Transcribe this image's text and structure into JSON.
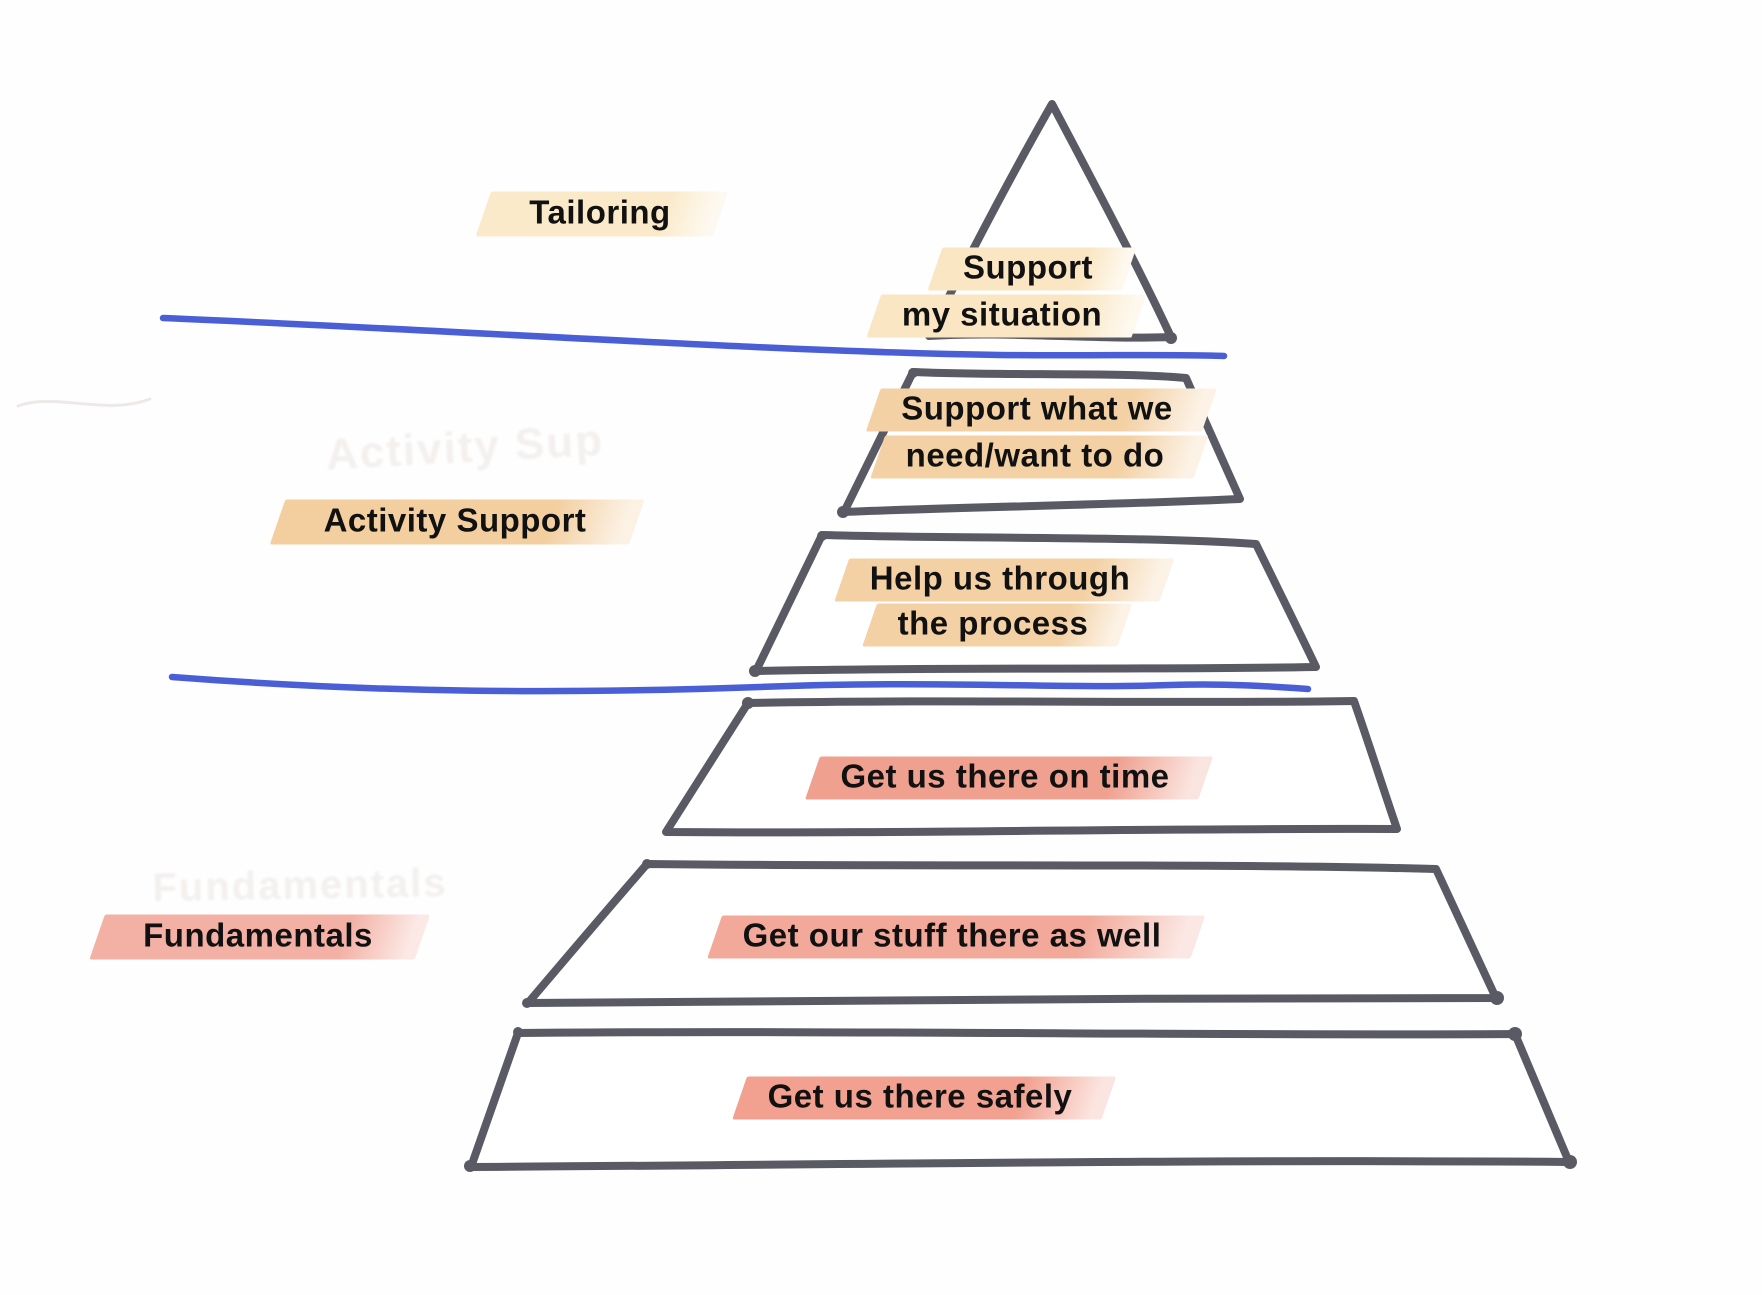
{
  "diagram": {
    "type": "pyramid-hierarchy",
    "zones": [
      {
        "label": "Tailoring"
      },
      {
        "label": "Activity Support"
      },
      {
        "label": "Fundamentals"
      }
    ],
    "tiers": [
      {
        "zone": "Tailoring",
        "lines": [
          "Support",
          "my situation"
        ]
      },
      {
        "zone": "Activity Support",
        "lines": [
          "Support what we",
          "need/want to do"
        ]
      },
      {
        "zone": "Activity Support",
        "lines": [
          "Help us through",
          "the process"
        ]
      },
      {
        "zone": "Fundamentals",
        "lines": [
          "Get us there on time"
        ]
      },
      {
        "zone": "Fundamentals",
        "lines": [
          "Get our stuff there as well"
        ]
      },
      {
        "zone": "Fundamentals",
        "lines": [
          "Get us there safely"
        ]
      }
    ],
    "ghost_texts": [
      "Activity Sup",
      "Fundamentals"
    ],
    "colors": {
      "outline": "#5a5a64",
      "divider_blue": "#4a5ed6",
      "cream_highlight": "#fae6c2",
      "peach_highlight": "#f3d1a5",
      "salmon_highlight": "#f1a494",
      "tailoring_highlight": "#faeaca",
      "activity_highlight": "#f3cfa0",
      "fundamentals_highlight": "#f3b0a4"
    }
  }
}
